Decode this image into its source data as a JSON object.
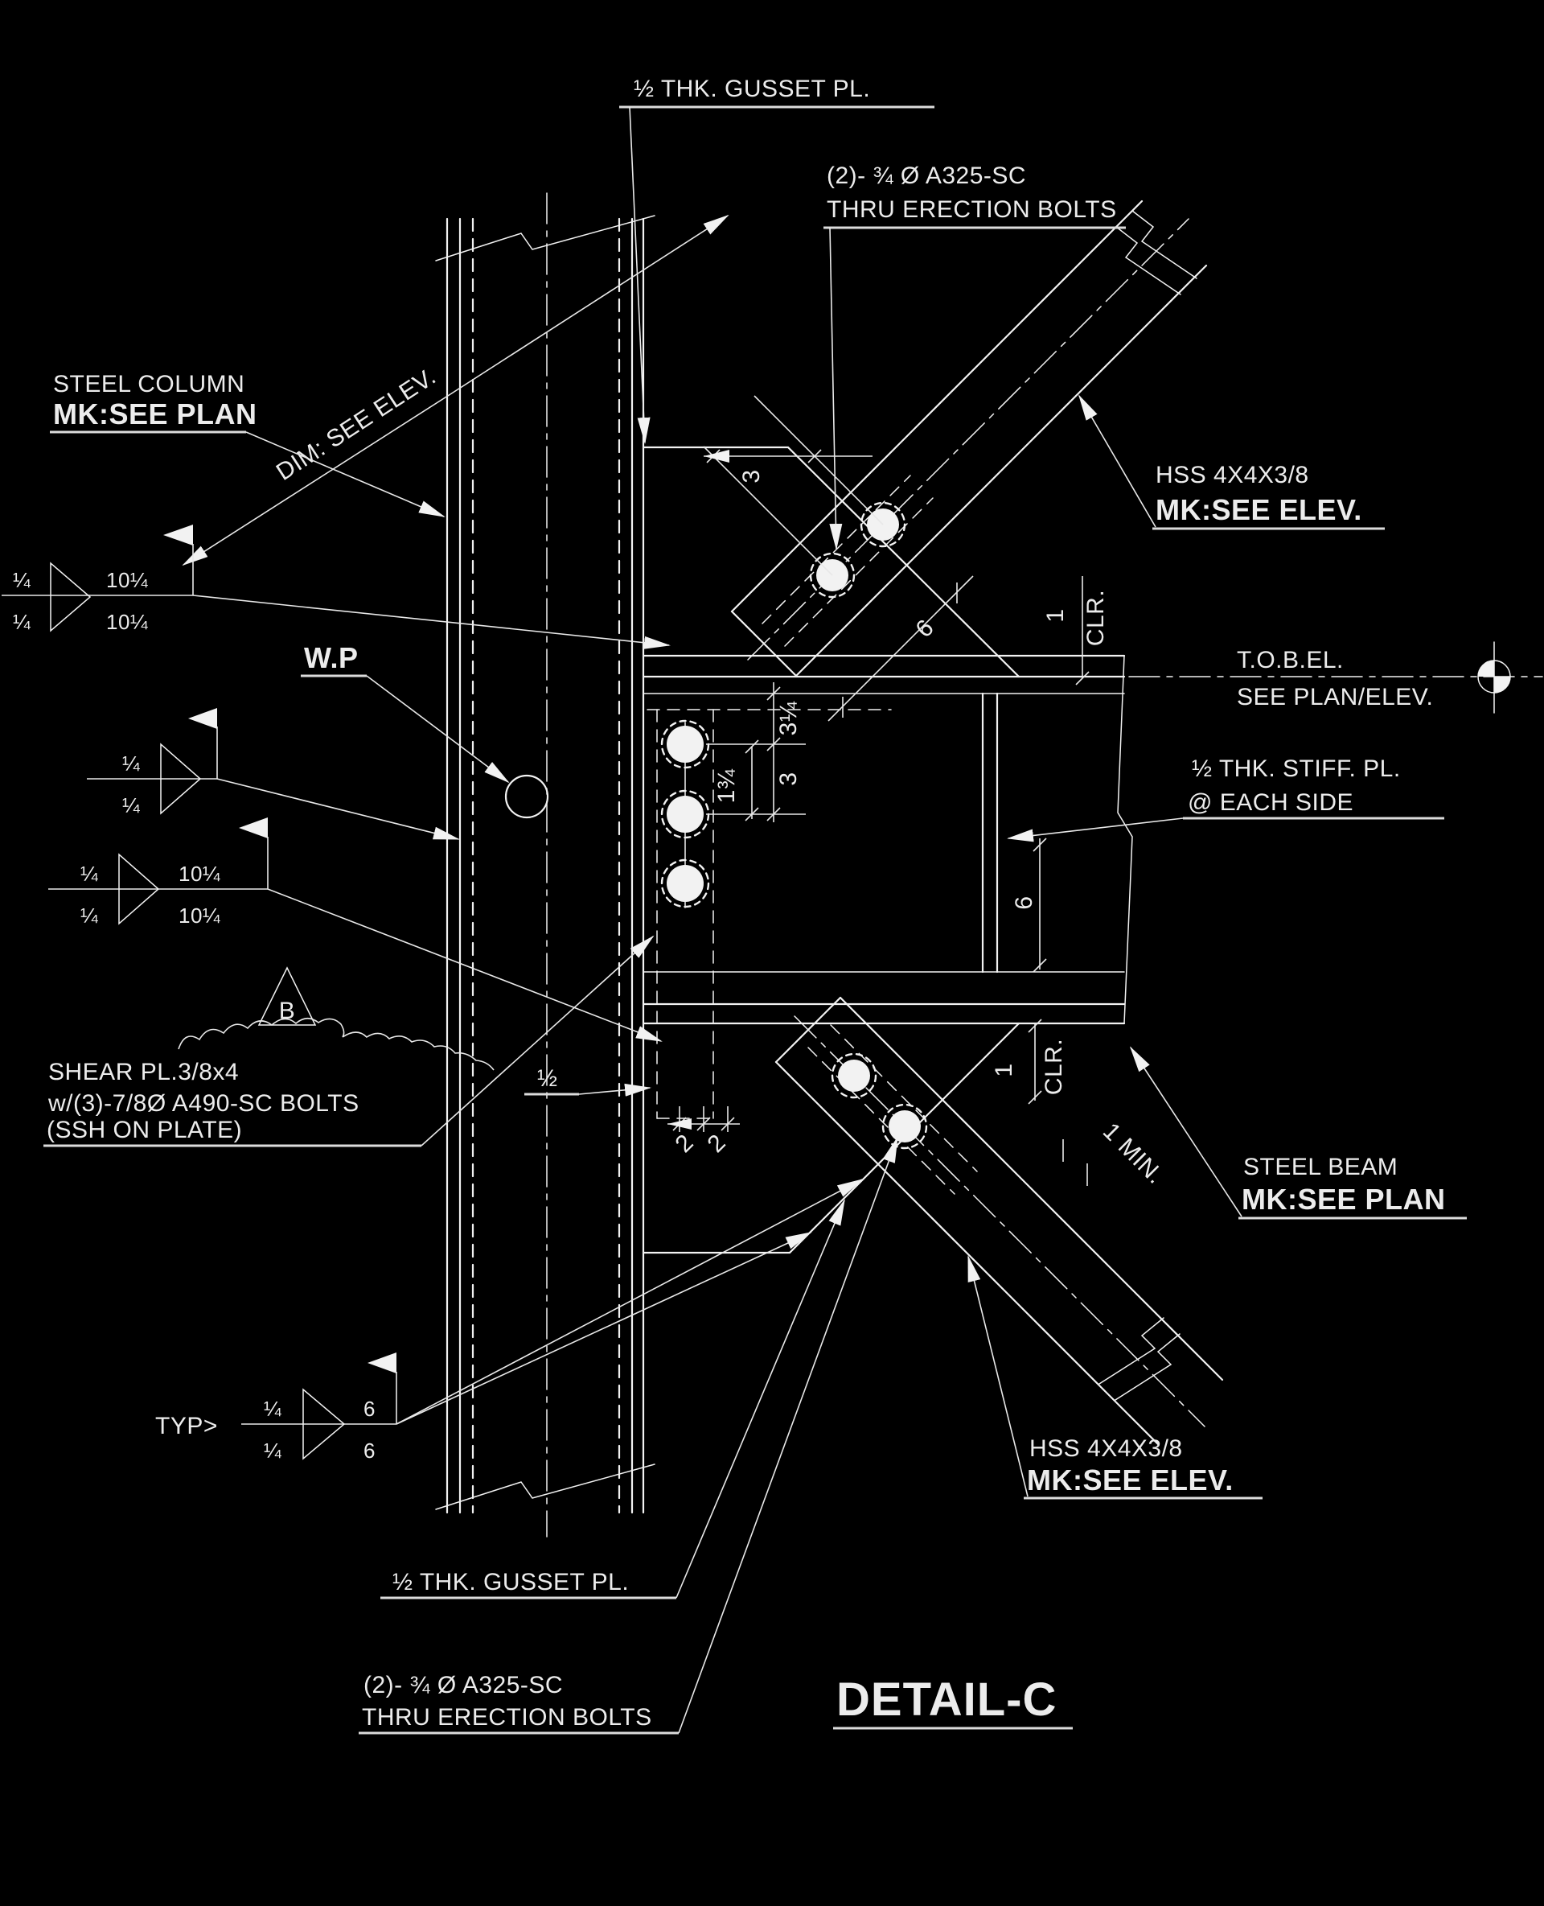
{
  "title": "DETAIL-C",
  "colors": {
    "background": "#000000",
    "line": "#f2f2f2",
    "text": "#ececec"
  },
  "labels": {
    "gusset_top": "½ THK. GUSSET PL.",
    "bolts_top_1": "(2)- ¾ Ø A325-SC",
    "bolts_top_2": "THRU ERECTION BOLTS",
    "steel_column_1": "STEEL COLUMN",
    "steel_column_2": "MK:SEE PLAN",
    "dim_note": "DIM: SEE ELEV.",
    "hss_top_1": "HSS 4X4X3/8",
    "hss_top_2": "MK:SEE ELEV.",
    "wp": "W.P",
    "tob_1": "T.O.B.EL.",
    "tob_2": "SEE PLAN/ELEV.",
    "stiff_1": "½ THK. STIFF. PL.",
    "stiff_2": "@ EACH SIDE",
    "shear_1": "SHEAR PL.3/8x4",
    "shear_2": "w/(3)-7/8Ø A490-SC BOLTS",
    "shear_3": "(SSH ON PLATE)",
    "steel_beam_1": "STEEL BEAM",
    "steel_beam_2": "MK:SEE PLAN",
    "hss_bottom_1": "HSS 4X4X3/8",
    "hss_bottom_2": "MK:SEE ELEV.",
    "gusset_bottom": "½ THK. GUSSET PL.",
    "bolts_bottom_1": "(2)- ¾ Ø A325-SC",
    "bolts_bottom_2": "THRU ERECTION BOLTS",
    "typ": "TYP>",
    "revision_mark": "B",
    "plate_thickness": "½"
  },
  "dimensions": {
    "brace_bolt_gage": "3",
    "bolt_edge": "3¼",
    "bolt_spacing": "3",
    "bolt_offset": "1¾",
    "gusset_edge_top": "6",
    "clr_top_val": "1",
    "clr_top_unit": "CLR.",
    "stiff_gap": "6",
    "clr_bot_val": "1",
    "clr_bot_unit": "CLR.",
    "min_val": "1",
    "min_unit": "MIN.",
    "edge_a": "2",
    "edge_b": "2"
  },
  "welds": {
    "w1": {
      "size_top": "¼",
      "size_bot": "¼",
      "len_top": "10¼",
      "len_bot": "10¼"
    },
    "w2": {
      "size_top": "¼",
      "size_bot": "¼"
    },
    "w3": {
      "size_top": "¼",
      "size_bot": "¼",
      "len_top": "10¼",
      "len_bot": "10¼"
    },
    "w4": {
      "size_top": "¼",
      "size_bot": "¼",
      "len_top": "6",
      "len_bot": "6"
    }
  }
}
